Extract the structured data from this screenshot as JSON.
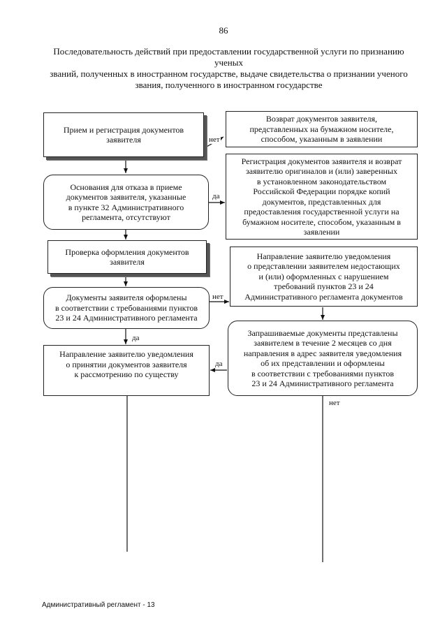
{
  "page_number": "86",
  "title": "Последовательность действий при предоставлении государственной услуги по признанию ученых\nзваний, полученных в иностранном государстве, выдаче свидетельства о признании ученого\nзвания, полученного в иностранном государстве",
  "boxes": {
    "receive": "Прием и регистрация документов\nзаявителя",
    "refusal": "Основания для отказа в приеме\nдокументов заявителя, указанные\nв пункте 32 Административного\nрегламента, отсутствуют",
    "check": "Проверка оформления документов\nзаявителя",
    "docs_ok": "Документы заявителя оформлены\nв соответствии с требованиями пунктов\n23 и 24 Административного регламента",
    "accept_notice": "Направление заявителю уведомления\nо принятии документов заявителя\nк рассмотрению по существу",
    "return_docs": "Возврат документов заявителя,\nпредставленных на бумажном носителе,\nспособом, указанным в заявлении",
    "register_return": "Регистрация документов заявителя и возврат\nзаявителю оригиналов и (или) заверенных\nв установленном законодательством\nРоссийской Федерации порядке копий\nдокументов, представленных для\nпредоставления государственной услуги на\nбумажном носителе, способом, указанным в\nзаявлении",
    "missing_notice": "Направление заявителю уведомления\nо представлении заявителем недостающих\nи (или) оформленных с нарушением\nтребований пунктов 23 и 24\nАдминистративного регламента документов",
    "requested_docs": "Запрашиваемые документы представлены\nзаявителем в течение 2 месяцев со дня\nнаправления в адрес заявителя уведомления\nоб их представлении и оформлены\nв соответствии с требованиями пунктов\n23 и 24 Административного регламента"
  },
  "labels": {
    "no1": "нет",
    "yes1": "да",
    "no2": "нет",
    "yes2": "да",
    "yes3": "да",
    "no3": "нет"
  },
  "footer": "Административный регламент - 13"
}
